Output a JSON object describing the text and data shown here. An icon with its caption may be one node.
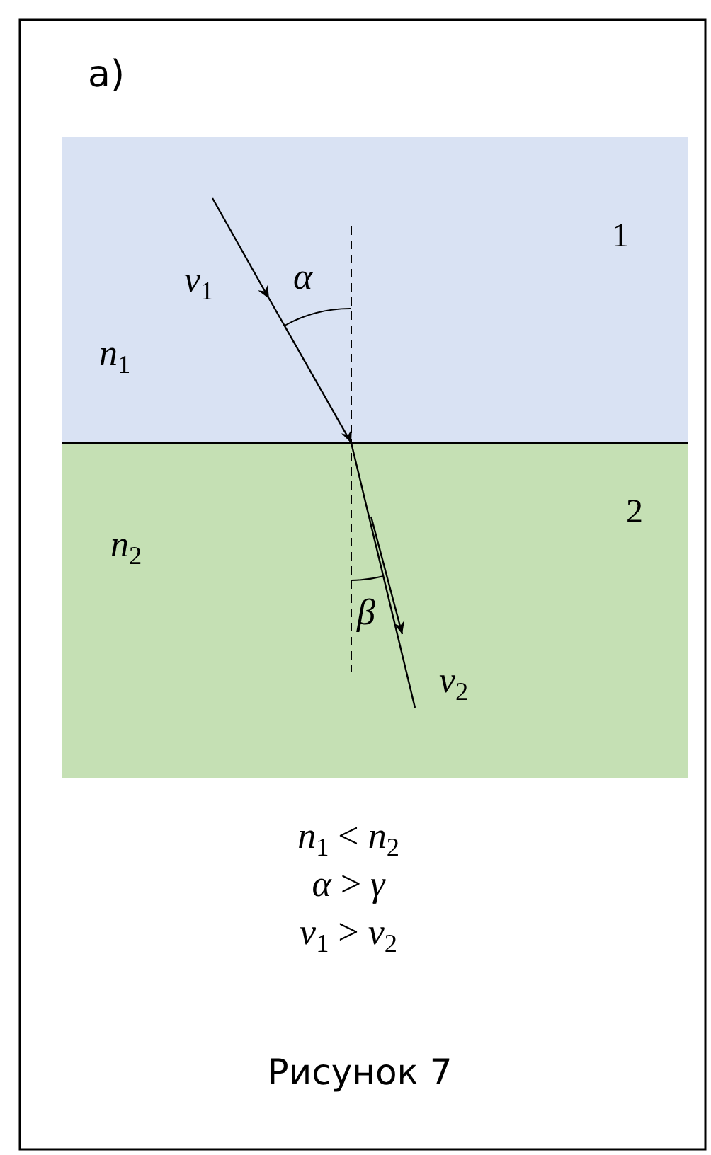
{
  "diagram": {
    "caption": "Рисунок 7",
    "labels": [
      "а)",
      "1",
      "*v*$_{1}$",
      "α",
      "*n*$_{1}$",
      "2",
      "*n*$_{2}$",
      "β",
      "*v*$_{2}$",
      "*n*$_{1}$ < *n*$_{2}$",
      "*α* > *γ*",
      "*v*$_{1}$ > *v*$_{2}$"
    ]
  }
}
